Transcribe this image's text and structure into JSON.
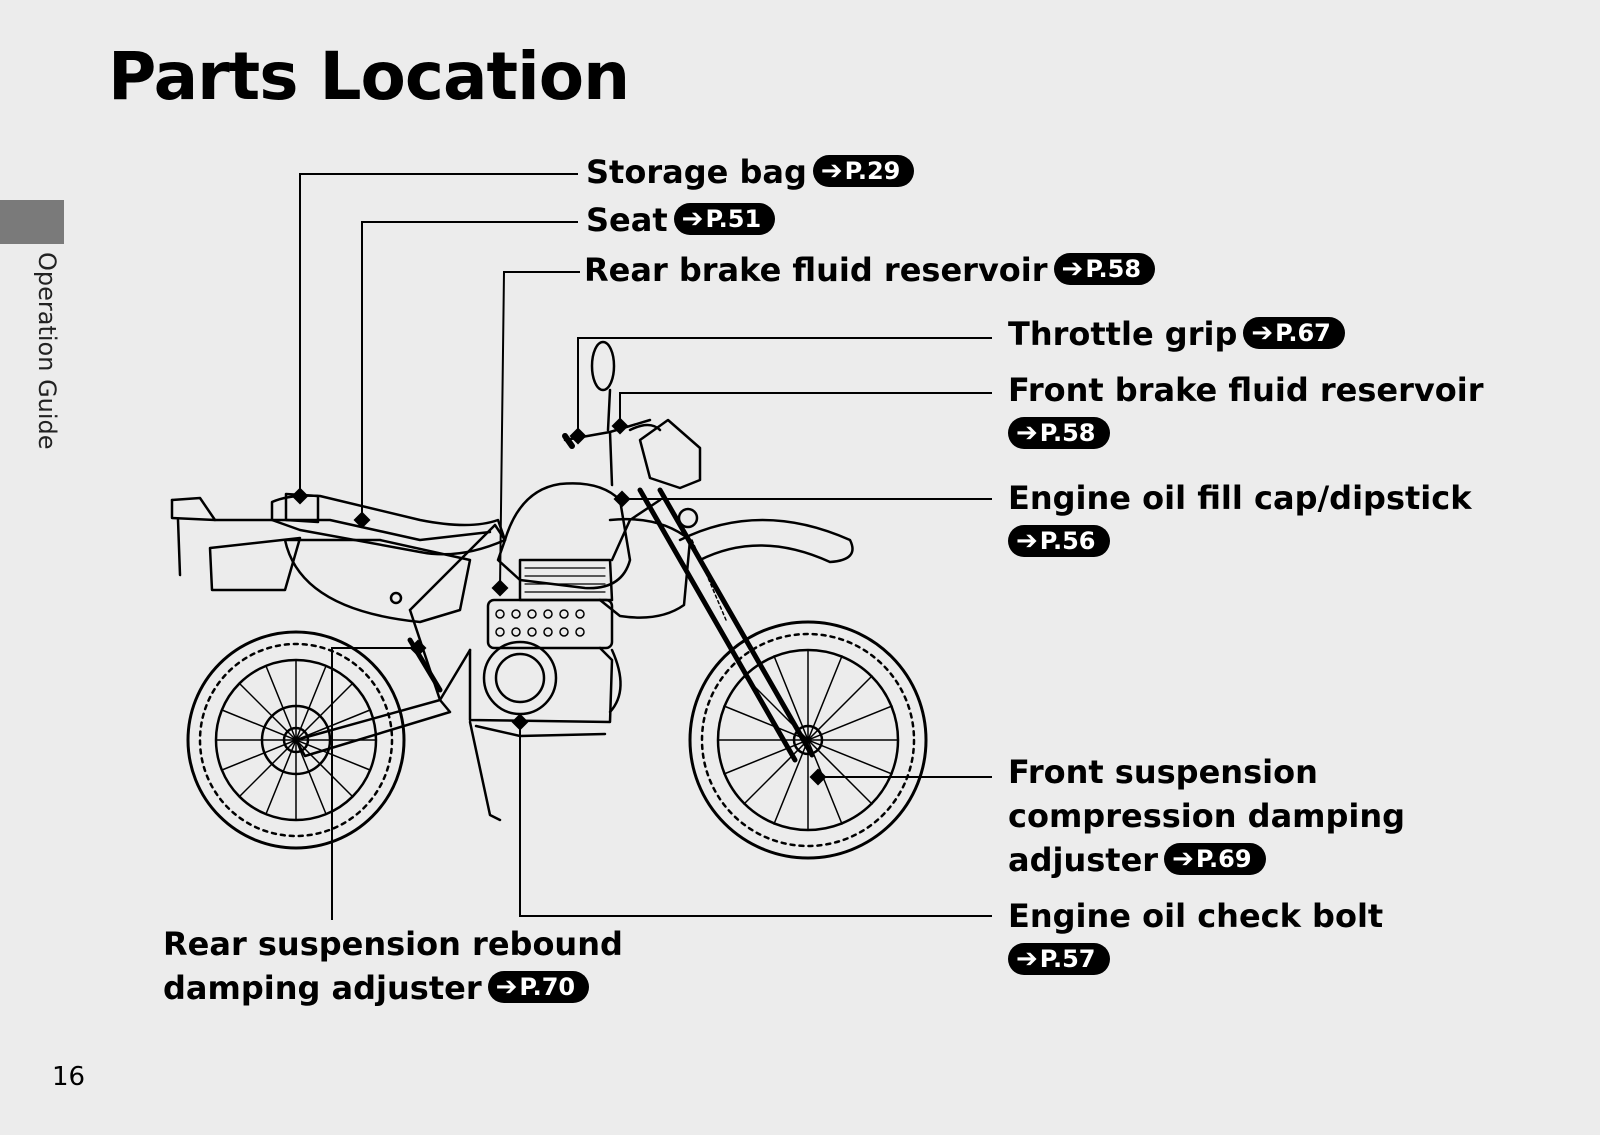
{
  "page": {
    "title": "Parts Location",
    "side_label": "Operation Guide",
    "page_number": "16"
  },
  "parts": {
    "storage_bag": {
      "label": "Storage bag",
      "ref": "P.29"
    },
    "seat": {
      "label": "Seat",
      "ref": "P.51"
    },
    "rear_brake_fluid": {
      "label": "Rear brake fluid reservoir",
      "ref": "P.58"
    },
    "throttle_grip": {
      "label": "Throttle grip",
      "ref": "P.67"
    },
    "front_brake_fluid": {
      "label": "Front brake fluid reservoir",
      "ref": "P.58"
    },
    "engine_oil_fill": {
      "label": "Engine oil fill cap/dipstick",
      "ref": "P.56"
    },
    "front_suspension": {
      "line1": "Front suspension",
      "line2": "compression damping",
      "line3": "adjuster",
      "ref": "P.69"
    },
    "engine_oil_check": {
      "label": "Engine oil check bolt",
      "ref": "P.57"
    },
    "rear_suspension": {
      "line1": "Rear suspension rebound",
      "line2": "damping adjuster",
      "ref": "P.70"
    }
  },
  "icons": {
    "page_ref": "arrow-right-icon"
  }
}
